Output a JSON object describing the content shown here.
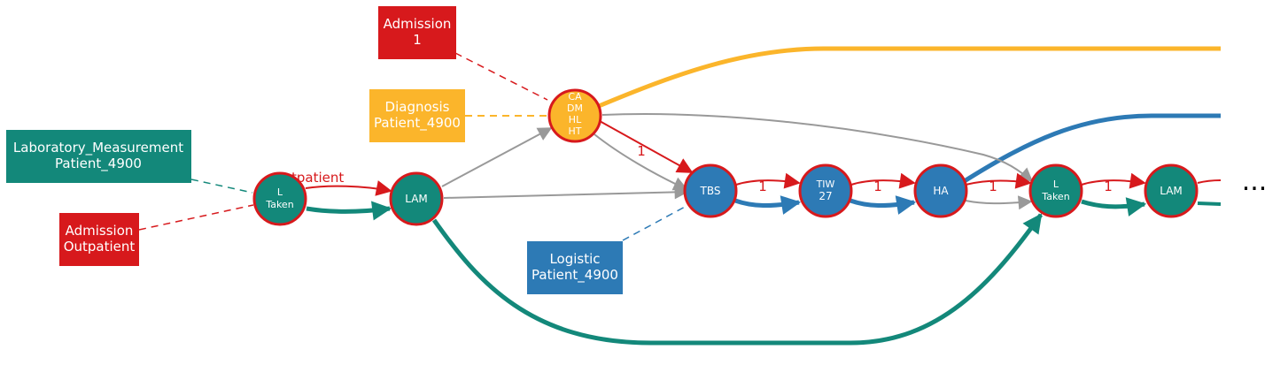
{
  "colors": {
    "red": "#d7191c",
    "teal": "#13887a",
    "blue": "#2d7ab5",
    "yellow": "#fbb52b",
    "gray": "#999999"
  },
  "boxes": {
    "admission_1": [
      "Admission",
      "1"
    ],
    "diagnosis": [
      "Diagnosis",
      "Patient_4900"
    ],
    "lab": [
      "Laboratory_Measurement",
      "Patient_4900"
    ],
    "admission_outpatient": [
      "Admission",
      "Outpatient"
    ],
    "logistic": [
      "Logistic",
      "Patient_4900"
    ]
  },
  "nodes": {
    "l_taken_1": [
      "L",
      "Taken"
    ],
    "lam_1": [
      "LAM"
    ],
    "diagnosis_node": [
      "CA",
      "DM",
      "HL",
      "HT"
    ],
    "tbs": [
      "TBS"
    ],
    "tiw": [
      "TIW",
      "27"
    ],
    "ha": [
      "HA"
    ],
    "l_taken_2": [
      "L",
      "Taken"
    ],
    "lam_2": [
      "LAM"
    ]
  },
  "edge_labels": {
    "outpatient": "Outpatient",
    "diag_tbs": "1",
    "tbs_tiw": "1",
    "tiw_ha": "1",
    "ha_lt2": "1",
    "lt2_lam2": "1"
  },
  "ellipsis": "..."
}
